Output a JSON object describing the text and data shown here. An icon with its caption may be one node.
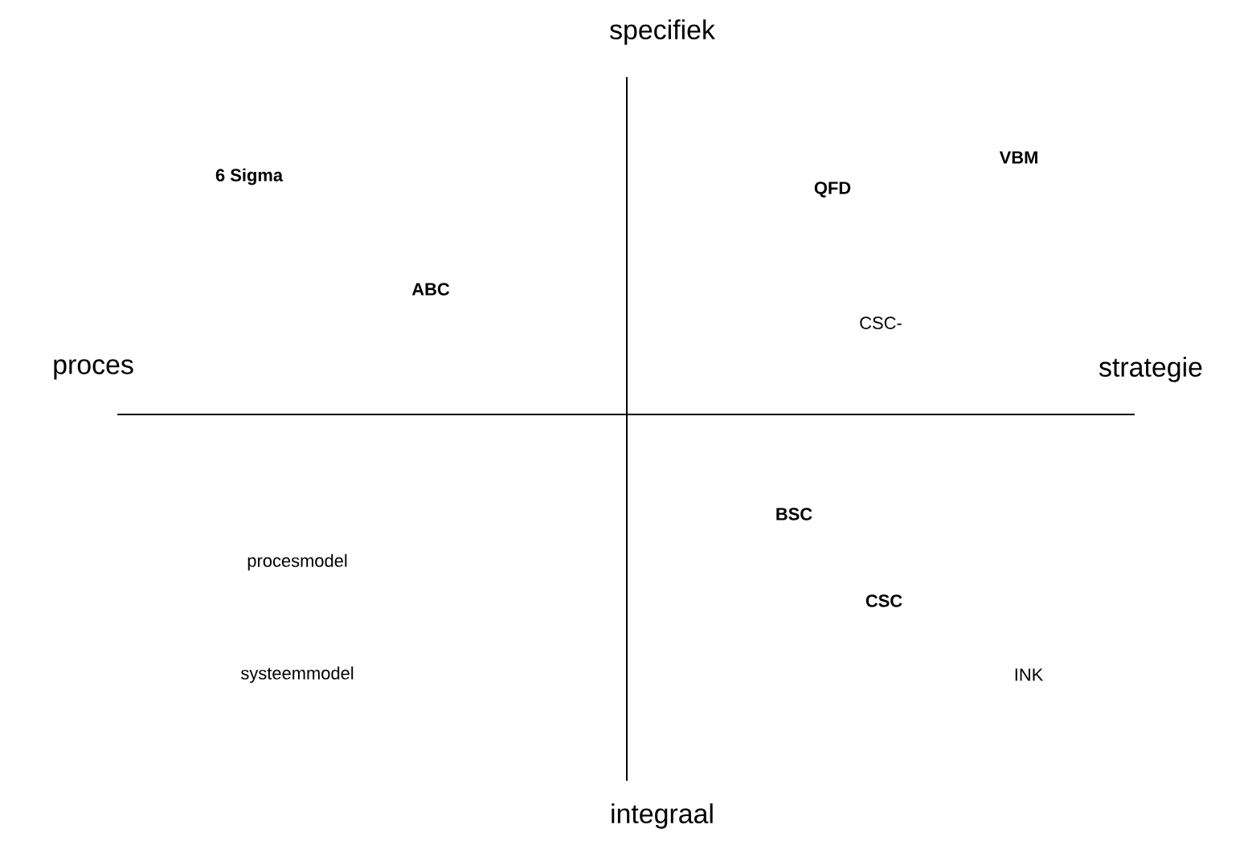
{
  "diagram": {
    "labels": [
      "specifiek",
      "6 Sigma",
      "VBM",
      "QFD",
      "ABC",
      "CSC-",
      "proces",
      "strategie",
      "BSC",
      "procesmodel",
      "CSC",
      "systeemmodel",
      "INK",
      "integraal"
    ]
  }
}
